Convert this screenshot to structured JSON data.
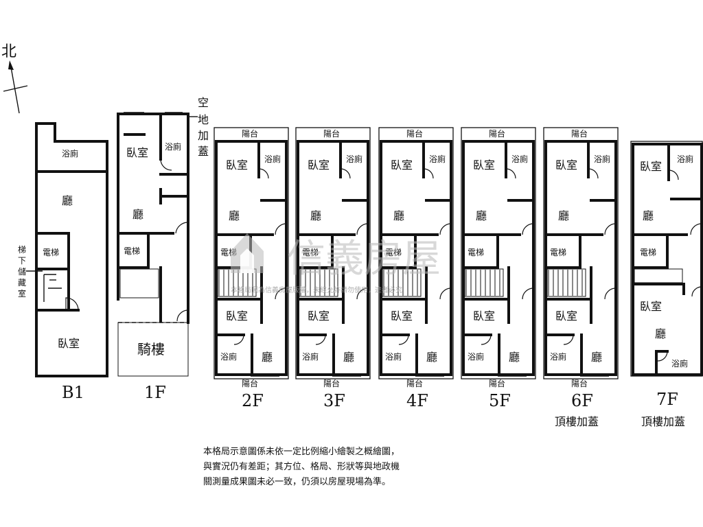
{
  "north": "北",
  "floors": {
    "b1": {
      "label": "B1",
      "rooms": {
        "bath": "浴廁",
        "hall": "廳",
        "elevator": "電梯",
        "bedroom": "臥室",
        "understair": [
          "梯",
          "下",
          "儲",
          "藏",
          "室"
        ]
      }
    },
    "f1": {
      "label": "1F",
      "rooms": {
        "bedroom": "臥室",
        "bath": "浴廁",
        "hall": "廳",
        "elevator": "電梯",
        "arcade": "騎樓"
      },
      "side_note": [
        "空",
        "地",
        "加",
        "蓋"
      ]
    },
    "f2": {
      "label": "2F",
      "sub": ""
    },
    "f3": {
      "label": "3F",
      "sub": ""
    },
    "f4": {
      "label": "4F",
      "sub": ""
    },
    "f5": {
      "label": "5F",
      "sub": ""
    },
    "f6": {
      "label": "6F",
      "sub": "頂樓加蓋"
    },
    "f7": {
      "label": "7F",
      "sub": "頂樓加蓋",
      "rooms": {
        "bedroom": "臥室",
        "bath": "浴廁",
        "hall": "廳",
        "elevator": "電梯"
      }
    }
  },
  "rooms": {
    "balcony": "陽台",
    "bedroom": "臥室",
    "bath": "浴廁",
    "hall": "廳",
    "elevator": "電梯"
  },
  "watermark": {
    "brand": "信義房屋",
    "notice": "本格局圖為信義房屋版權，未經允許請勿使用，違者必究"
  },
  "disclaimer": [
    "本格局示意圖係未依一定比例縮小繪製之概繪圖，",
    "與實況仍有差距；其方位、格局、形狀等與地政機",
    "關測量成果圖未必一致，仍須以房屋現場為準。"
  ]
}
